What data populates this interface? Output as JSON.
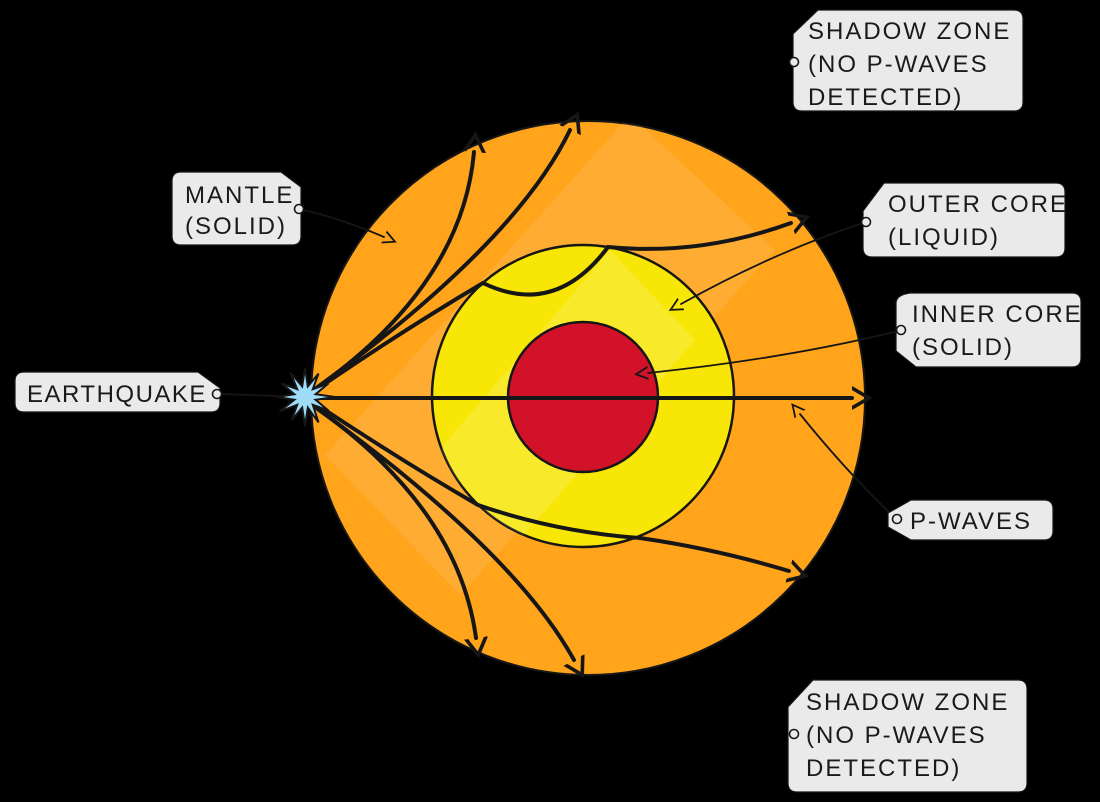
{
  "colors": {
    "background": "#000000",
    "mantle": "#FFA41B",
    "outer_core": "#F8E606",
    "inner_core": "#D11229",
    "earthquake_star": "#9FDCF8",
    "label_bg": "#EAEAEA",
    "ink": "#161616"
  },
  "labels": {
    "shadow_zone_top": {
      "lines": [
        "SHADOW ZONE",
        "(NO P-WAVES",
        "DETECTED)"
      ]
    },
    "mantle": {
      "lines": [
        "MANTLE",
        "(SOLID)"
      ]
    },
    "outer_core": {
      "lines": [
        "OUTER CORE",
        "(LIQUID)"
      ]
    },
    "inner_core": {
      "lines": [
        "INNER CORE",
        "(SOLID)"
      ]
    },
    "earthquake": {
      "lines": [
        "EARTHQUAKE"
      ]
    },
    "p_waves": {
      "lines": [
        "P-WAVES"
      ]
    },
    "shadow_zone_bottom": {
      "lines": [
        "SHADOW ZONE",
        "(NO P-WAVES",
        "DETECTED)"
      ]
    }
  }
}
